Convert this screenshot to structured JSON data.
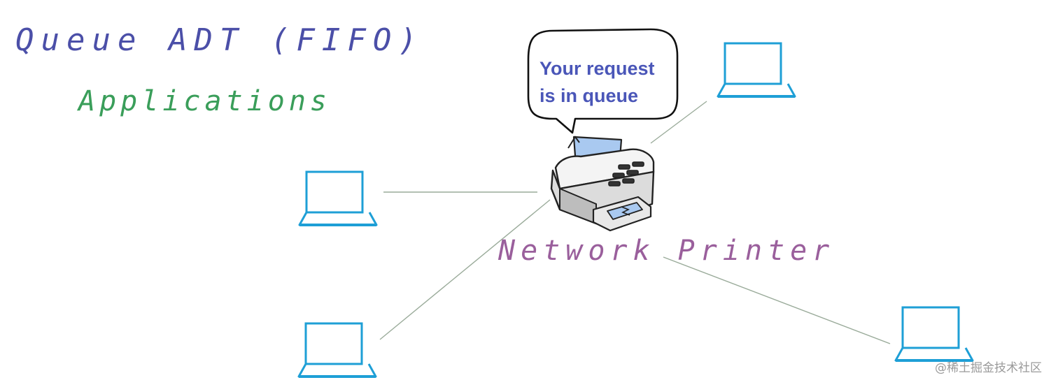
{
  "title": "Queue ADT (FIFO)",
  "subtitle": "Applications",
  "speech_bubble": {
    "line1": "Your request",
    "line2": "is in queue"
  },
  "printer": {
    "label": "Network Printer",
    "icon": "printer-icon"
  },
  "laptops": [
    {
      "icon": "laptop-icon"
    },
    {
      "icon": "laptop-icon"
    },
    {
      "icon": "laptop-icon"
    },
    {
      "icon": "laptop-icon"
    }
  ],
  "watermark": "@稀土掘金技术社区",
  "colors": {
    "title": "#4b4fa8",
    "subtitle": "#3a9e5a",
    "printer_label": "#9a5f9c",
    "bubble_text": "#4a56b8",
    "laptop": "#1e9fd6",
    "connector": "#9aab9a"
  }
}
